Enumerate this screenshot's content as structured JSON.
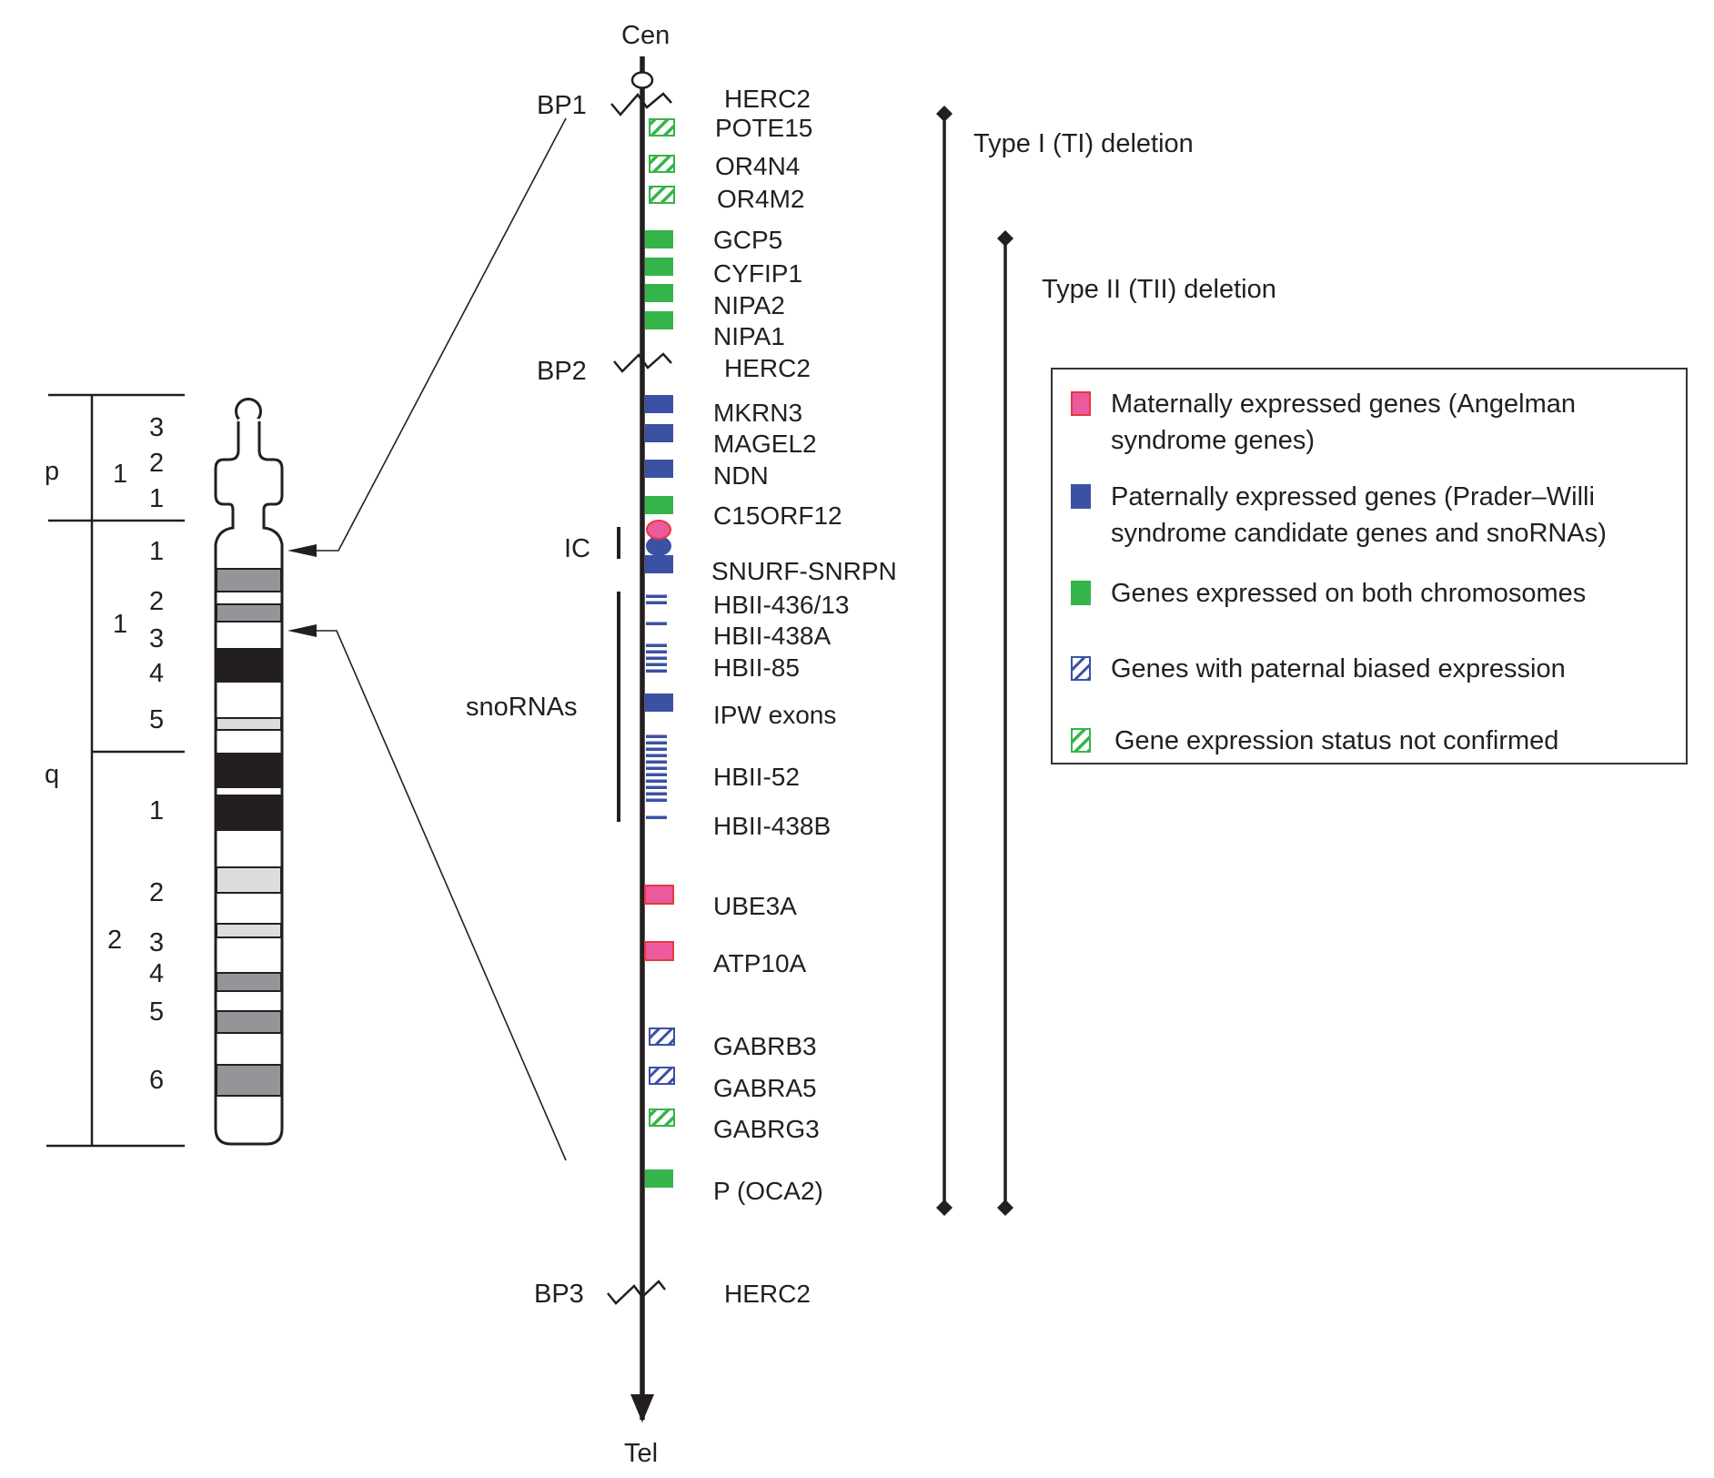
{
  "colors": {
    "maternal_fill": "#ea5a9d",
    "maternal_stroke": "#e8383d",
    "paternal": "#3b51a3",
    "both": "#35b44a",
    "ink": "#231f20",
    "band_dark": "#231f20",
    "band_mid": "#939598",
    "band_light": "#dcddde"
  },
  "ideogram": {
    "arm_labels": {
      "p": "p",
      "q": "q"
    },
    "region_labels": [
      {
        "id": "p1",
        "text": "1"
      },
      {
        "id": "q1",
        "text": "1"
      },
      {
        "id": "q2",
        "text": "2"
      }
    ],
    "band_labels": [
      {
        "id": "p13",
        "text": "3"
      },
      {
        "id": "p12",
        "text": "2"
      },
      {
        "id": "p11",
        "text": "1"
      },
      {
        "id": "q11",
        "text": "1"
      },
      {
        "id": "q12",
        "text": "2"
      },
      {
        "id": "q13",
        "text": "3"
      },
      {
        "id": "q14",
        "text": "4"
      },
      {
        "id": "q15",
        "text": "5"
      },
      {
        "id": "q21",
        "text": "1"
      },
      {
        "id": "q22",
        "text": "2"
      },
      {
        "id": "q23",
        "text": "3"
      },
      {
        "id": "q24",
        "text": "4"
      },
      {
        "id": "q25",
        "text": "5"
      },
      {
        "id": "q26",
        "text": "6"
      }
    ],
    "bands": [
      {
        "name": "q11.2",
        "stain": "mid"
      },
      {
        "name": "q12",
        "stain": "mid"
      },
      {
        "name": "q14",
        "stain": "dark"
      },
      {
        "name": "q15",
        "stain": "light"
      },
      {
        "name": "q21.1",
        "stain": "dark"
      },
      {
        "name": "q21.3",
        "stain": "dark"
      },
      {
        "name": "q22",
        "stain": "light"
      },
      {
        "name": "q23",
        "stain": "light"
      },
      {
        "name": "q24",
        "stain": "mid"
      },
      {
        "name": "q25",
        "stain": "mid"
      },
      {
        "name": "q26",
        "stain": "mid"
      }
    ]
  },
  "axis": {
    "top_label": "Cen",
    "bottom_label": "Tel",
    "breakpoints": [
      {
        "label": "BP1",
        "gene": "HERC2"
      },
      {
        "label": "BP2",
        "gene": "HERC2"
      },
      {
        "label": "BP3",
        "gene": "HERC2"
      }
    ],
    "ic_label": "IC",
    "snorna_label": "snoRNAs"
  },
  "genes": [
    {
      "name": "POTE15",
      "type": "unconfirmed",
      "mark": "box"
    },
    {
      "name": "OR4N4",
      "type": "unconfirmed",
      "mark": "box"
    },
    {
      "name": "OR4M2",
      "type": "unconfirmed",
      "mark": "box"
    },
    {
      "name": "GCP5",
      "type": "both",
      "mark": "box"
    },
    {
      "name": "CYFIP1",
      "type": "both",
      "mark": "box"
    },
    {
      "name": "NIPA2",
      "type": "both",
      "mark": "box"
    },
    {
      "name": "NIPA1",
      "type": "both",
      "mark": "box"
    },
    {
      "name": "MKRN3",
      "type": "paternal",
      "mark": "box"
    },
    {
      "name": "MAGEL2",
      "type": "paternal",
      "mark": "box"
    },
    {
      "name": "NDN",
      "type": "paternal",
      "mark": "box"
    },
    {
      "name": "C15ORF12",
      "type": "both",
      "mark": "box"
    },
    {
      "name": "SNURF-SNRPN",
      "type": "paternal",
      "mark": "snurf"
    },
    {
      "name": "HBII-436/13",
      "type": "paternal",
      "mark": "lines",
      "count": 2
    },
    {
      "name": "HBII-438A",
      "type": "paternal",
      "mark": "lines",
      "count": 1
    },
    {
      "name": "HBII-85",
      "type": "paternal",
      "mark": "lines",
      "count": 5
    },
    {
      "name": "IPW exons",
      "type": "paternal",
      "mark": "box"
    },
    {
      "name": "HBII-52",
      "type": "paternal",
      "mark": "lines",
      "count": 11
    },
    {
      "name": "HBII-438B",
      "type": "paternal",
      "mark": "lines",
      "count": 1
    },
    {
      "name": "UBE3A",
      "type": "maternal",
      "mark": "box"
    },
    {
      "name": "ATP10A",
      "type": "maternal",
      "mark": "box"
    },
    {
      "name": "GABRB3",
      "type": "paternal_biased",
      "mark": "box"
    },
    {
      "name": "GABRA5",
      "type": "paternal_biased",
      "mark": "box"
    },
    {
      "name": "GABRG3",
      "type": "unconfirmed",
      "mark": "box"
    },
    {
      "name": "P (OCA2)",
      "type": "both",
      "mark": "box"
    }
  ],
  "deletions": [
    {
      "label": "Type I (TI) deletion",
      "from": "BP1",
      "to": "BP3-proximal"
    },
    {
      "label": "Type II (TII) deletion",
      "from": "BP2",
      "to": "BP3-proximal"
    }
  ],
  "legend": {
    "items": [
      {
        "type": "maternal",
        "text": "Maternally expressed genes (Angelman\nsyndrome genes)"
      },
      {
        "type": "paternal",
        "text": "Paternally expressed genes (Prader–Willi\nsyndrome candidate genes and snoRNAs)"
      },
      {
        "type": "both",
        "text": "Genes expressed on both chromosomes"
      },
      {
        "type": "paternal_biased",
        "text": "Genes with paternal biased expression"
      },
      {
        "type": "unconfirmed",
        "text": "Gene expression status not confirmed"
      }
    ]
  }
}
